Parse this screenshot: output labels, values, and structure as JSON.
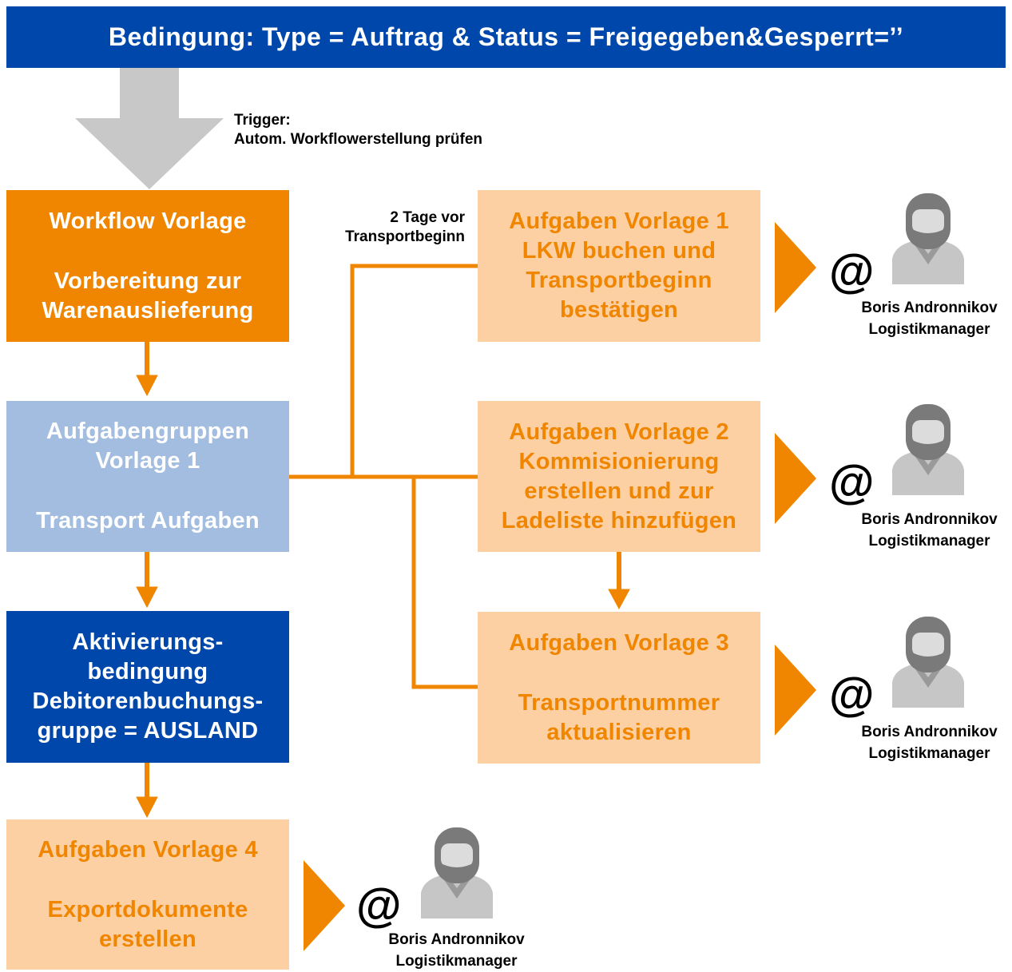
{
  "header": {
    "title": "Bedingung: Type = Auftrag & Status = Freigegeben&Gesperrt=’’"
  },
  "trigger": {
    "line1": "Trigger:",
    "line2": "Autom. Workflowerstellung prüfen"
  },
  "timing_note": {
    "line1": "2 Tage vor",
    "line2": "Transportbeginn"
  },
  "workflow_template": {
    "title": "Workflow Vorlage",
    "line1": "Vorbereitung zur",
    "line2": "Warenauslieferung"
  },
  "task_group_template": {
    "line1": "Aufgabengruppen",
    "line2": "Vorlage 1",
    "line3": "Transport Aufgaben"
  },
  "activation_condition": {
    "line1": "Aktivierungs-",
    "line2": "bedingung",
    "line3": "Debitorenbuchungs-",
    "line4": "gruppe = AUSLAND"
  },
  "task_templates": [
    {
      "line1": "Aufgaben Vorlage 1",
      "line2": "LKW buchen und",
      "line3": "Transportbeginn",
      "line4": "bestätigen"
    },
    {
      "line1": "Aufgaben Vorlage 2",
      "line2": "Kommisionierung",
      "line3": "erstellen und zur",
      "line4": "Ladeliste hinzufügen"
    },
    {
      "line1": "Aufgaben Vorlage 3",
      "line2": "Transportnummer",
      "line3": "aktualisieren"
    },
    {
      "line1": "Aufgaben Vorlage 4",
      "line2": "Exportdokumente",
      "line3": "erstellen"
    }
  ],
  "assignees": [
    {
      "name": "Boris Andronnikov",
      "role": "Logistikmanager",
      "symbol": "@"
    },
    {
      "name": "Boris Andronnikov",
      "role": "Logistikmanager",
      "symbol": "@"
    },
    {
      "name": "Boris Andronnikov",
      "role": "Logistikmanager",
      "symbol": "@"
    },
    {
      "name": "Boris Andronnikov",
      "role": "Logistikmanager",
      "symbol": "@"
    }
  ],
  "colors": {
    "dark_blue": "#0047ab",
    "light_blue": "#a3bde0",
    "orange": "#f08500",
    "light_orange": "#fcd0a3",
    "grey_arrow": "#c8c8c8",
    "avatar_grey": "#7a7a7a"
  }
}
